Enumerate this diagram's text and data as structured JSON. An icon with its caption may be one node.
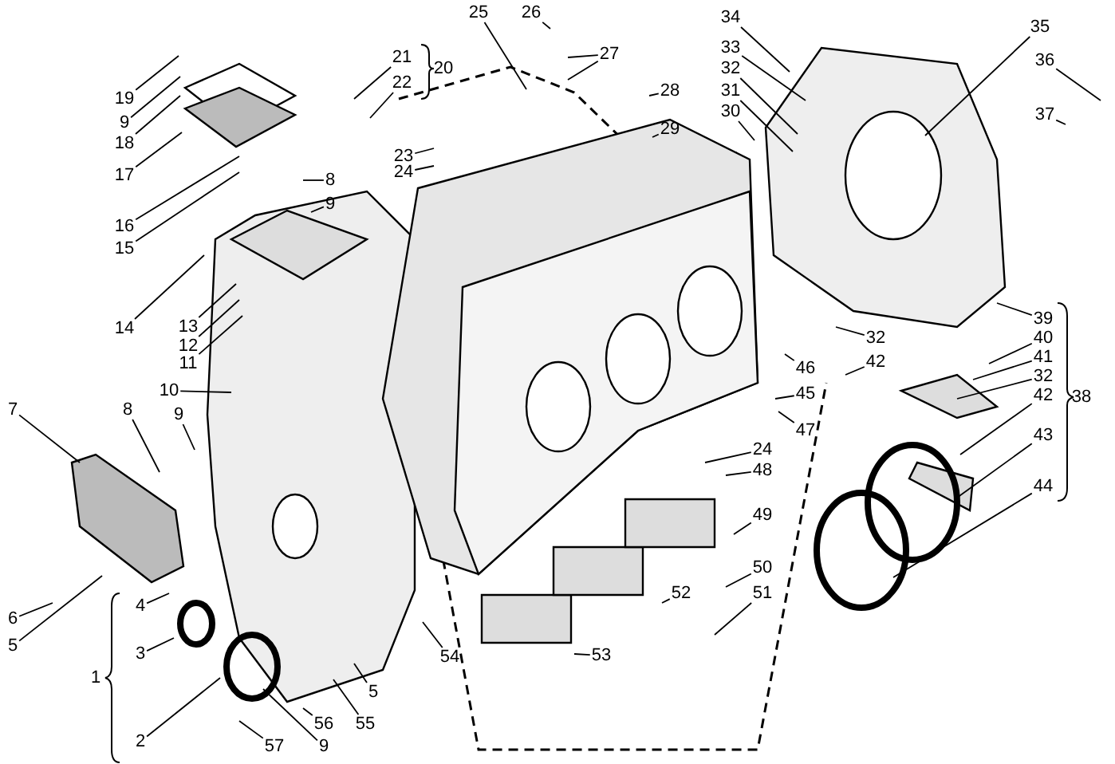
{
  "diagram": {
    "nodes": [
      {
        "text": [
          "19"
        ]
      },
      {
        "text": [
          "9"
        ]
      },
      {
        "text": [
          "18"
        ]
      },
      {
        "text": [
          "17"
        ]
      },
      {
        "text": [
          "16"
        ]
      },
      {
        "text": [
          "15"
        ]
      },
      {
        "text": [
          "14"
        ]
      },
      {
        "text": [
          "13"
        ]
      },
      {
        "text": [
          "12"
        ]
      },
      {
        "text": [
          "11"
        ]
      },
      {
        "text": [
          "8"
        ]
      },
      {
        "text": [
          "9"
        ]
      },
      {
        "text": [
          "21"
        ]
      },
      {
        "text": [
          "22"
        ]
      },
      {
        "text": [
          "23"
        ]
      },
      {
        "text": [
          "24"
        ]
      },
      {
        "text": [
          "25"
        ]
      },
      {
        "text": [
          "26"
        ]
      },
      {
        "text": [
          "27"
        ]
      },
      {
        "text": [
          "28"
        ]
      },
      {
        "text": [
          "29"
        ]
      },
      {
        "text": [
          "34"
        ]
      },
      {
        "text": [
          "33"
        ]
      },
      {
        "text": [
          "32"
        ]
      },
      {
        "text": [
          "31"
        ]
      },
      {
        "text": [
          "30"
        ]
      },
      {
        "text": [
          "35"
        ]
      },
      {
        "text": [
          "36"
        ]
      },
      {
        "text": [
          "37"
        ]
      },
      {
        "text": [
          "39"
        ]
      },
      {
        "text": [
          "40"
        ]
      },
      {
        "text": [
          "41"
        ]
      },
      {
        "text": [
          "32"
        ]
      },
      {
        "text": [
          "42"
        ]
      },
      {
        "text": [
          "43"
        ]
      },
      {
        "text": [
          "44"
        ]
      },
      {
        "text": [
          "32"
        ]
      },
      {
        "text": [
          "42"
        ]
      },
      {
        "text": [
          "46"
        ]
      },
      {
        "text": [
          "45"
        ]
      },
      {
        "text": [
          "47"
        ]
      },
      {
        "text": [
          "24"
        ]
      },
      {
        "text": [
          "48"
        ]
      },
      {
        "text": [
          "49"
        ]
      },
      {
        "text": [
          "50"
        ]
      },
      {
        "text": [
          "51"
        ]
      },
      {
        "text": [
          "52"
        ]
      },
      {
        "text": [
          "53"
        ]
      },
      {
        "text": [
          "54"
        ]
      },
      {
        "text": [
          "7"
        ]
      },
      {
        "text": [
          "8"
        ]
      },
      {
        "text": [
          "9"
        ]
      },
      {
        "text": [
          "10"
        ]
      },
      {
        "text": [
          "6"
        ]
      },
      {
        "text": [
          "5"
        ]
      },
      {
        "text": [
          "4"
        ]
      },
      {
        "text": [
          "3"
        ]
      },
      {
        "text": [
          "2"
        ]
      },
      {
        "text": [
          "57"
        ]
      },
      {
        "text": [
          "9"
        ]
      },
      {
        "text": [
          "56"
        ]
      },
      {
        "text": [
          "55"
        ]
      },
      {
        "text": [
          "5"
        ]
      }
    ],
    "edges": [
      {
        "from": 0,
        "to": null,
        "arrow": "none"
      },
      {
        "from": 1,
        "to": null,
        "arrow": "none"
      },
      {
        "from": 2,
        "to": null,
        "arrow": "none"
      },
      {
        "from": 3,
        "to": null,
        "arrow": "none"
      },
      {
        "from": 4,
        "to": null,
        "arrow": "none"
      },
      {
        "from": 5,
        "to": null,
        "arrow": "none"
      },
      {
        "from": 6,
        "to": null,
        "arrow": "none"
      },
      {
        "from": 7,
        "to": null,
        "arrow": "none"
      },
      {
        "from": 8,
        "to": null,
        "arrow": "none"
      },
      {
        "from": 9,
        "to": null,
        "arrow": "none"
      },
      {
        "from": 10,
        "to": null,
        "arrow": "none"
      },
      {
        "from": 11,
        "to": null,
        "arrow": "none"
      },
      {
        "from": 12,
        "to": null,
        "arrow": "none"
      },
      {
        "from": 13,
        "to": null,
        "arrow": "none"
      },
      {
        "from": 14,
        "to": null,
        "arrow": "none"
      },
      {
        "from": 15,
        "to": null,
        "arrow": "none"
      },
      {
        "from": 16,
        "to": null,
        "arrow": "none"
      },
      {
        "from": 17,
        "to": null,
        "arrow": "none"
      },
      {
        "from": 18,
        "to": null,
        "arrow": "none"
      },
      {
        "from": 18,
        "to": null,
        "arrow": "none"
      },
      {
        "from": 19,
        "to": null,
        "arrow": "none"
      },
      {
        "from": 20,
        "to": null,
        "arrow": "none"
      },
      {
        "from": 21,
        "to": null,
        "arrow": "none"
      },
      {
        "from": 22,
        "to": null,
        "arrow": "none"
      },
      {
        "from": 23,
        "to": null,
        "arrow": "none"
      },
      {
        "from": 24,
        "to": null,
        "arrow": "none"
      },
      {
        "from": 25,
        "to": null,
        "arrow": "none"
      },
      {
        "from": 26,
        "to": null,
        "arrow": "none"
      },
      {
        "from": 27,
        "to": null,
        "arrow": "none"
      },
      {
        "from": 28,
        "to": null,
        "arrow": "none"
      },
      {
        "from": 29,
        "to": null,
        "arrow": "none"
      },
      {
        "from": 30,
        "to": null,
        "arrow": "none"
      },
      {
        "from": 31,
        "to": null,
        "arrow": "none"
      },
      {
        "from": 32,
        "to": null,
        "arrow": "none"
      },
      {
        "from": 33,
        "to": null,
        "arrow": "none"
      },
      {
        "from": 34,
        "to": null,
        "arrow": "none"
      },
      {
        "from": 35,
        "to": null,
        "arrow": "none"
      },
      {
        "from": 36,
        "to": null,
        "arrow": "none"
      },
      {
        "from": 37,
        "to": null,
        "arrow": "none"
      },
      {
        "from": 38,
        "to": null,
        "arrow": "none"
      },
      {
        "from": 39,
        "to": null,
        "arrow": "none"
      },
      {
        "from": 40,
        "to": null,
        "arrow": "none"
      },
      {
        "from": 41,
        "to": null,
        "arrow": "none"
      },
      {
        "from": 42,
        "to": null,
        "arrow": "none"
      },
      {
        "from": 43,
        "to": null,
        "arrow": "none"
      },
      {
        "from": 44,
        "to": null,
        "arrow": "none"
      },
      {
        "from": 45,
        "to": null,
        "arrow": "none"
      },
      {
        "from": 46,
        "to": null,
        "arrow": "none"
      },
      {
        "from": 47,
        "to": null,
        "arrow": "none"
      },
      {
        "from": 48,
        "to": null,
        "arrow": "none"
      },
      {
        "from": 49,
        "to": null,
        "arrow": "none"
      },
      {
        "from": 50,
        "to": null,
        "arrow": "none"
      },
      {
        "from": 51,
        "to": null,
        "arrow": "none"
      },
      {
        "from": 52,
        "to": null,
        "arrow": "none"
      },
      {
        "from": 53,
        "to": null,
        "arrow": "none"
      },
      {
        "from": 54,
        "to": null,
        "arrow": "none"
      },
      {
        "from": 55,
        "to": null,
        "arrow": "none"
      },
      {
        "from": 56,
        "to": null,
        "arrow": "none"
      },
      {
        "from": 57,
        "to": null,
        "arrow": "none"
      },
      {
        "from": 58,
        "to": null,
        "arrow": "none"
      },
      {
        "from": 59,
        "to": null,
        "arrow": "none"
      },
      {
        "from": 60,
        "to": null,
        "arrow": "none"
      },
      {
        "from": 61,
        "to": null,
        "arrow": "none"
      },
      {
        "from": 62,
        "to": null,
        "arrow": "none"
      }
    ],
    "labels": [
      "20",
      "38",
      "1"
    ]
  }
}
